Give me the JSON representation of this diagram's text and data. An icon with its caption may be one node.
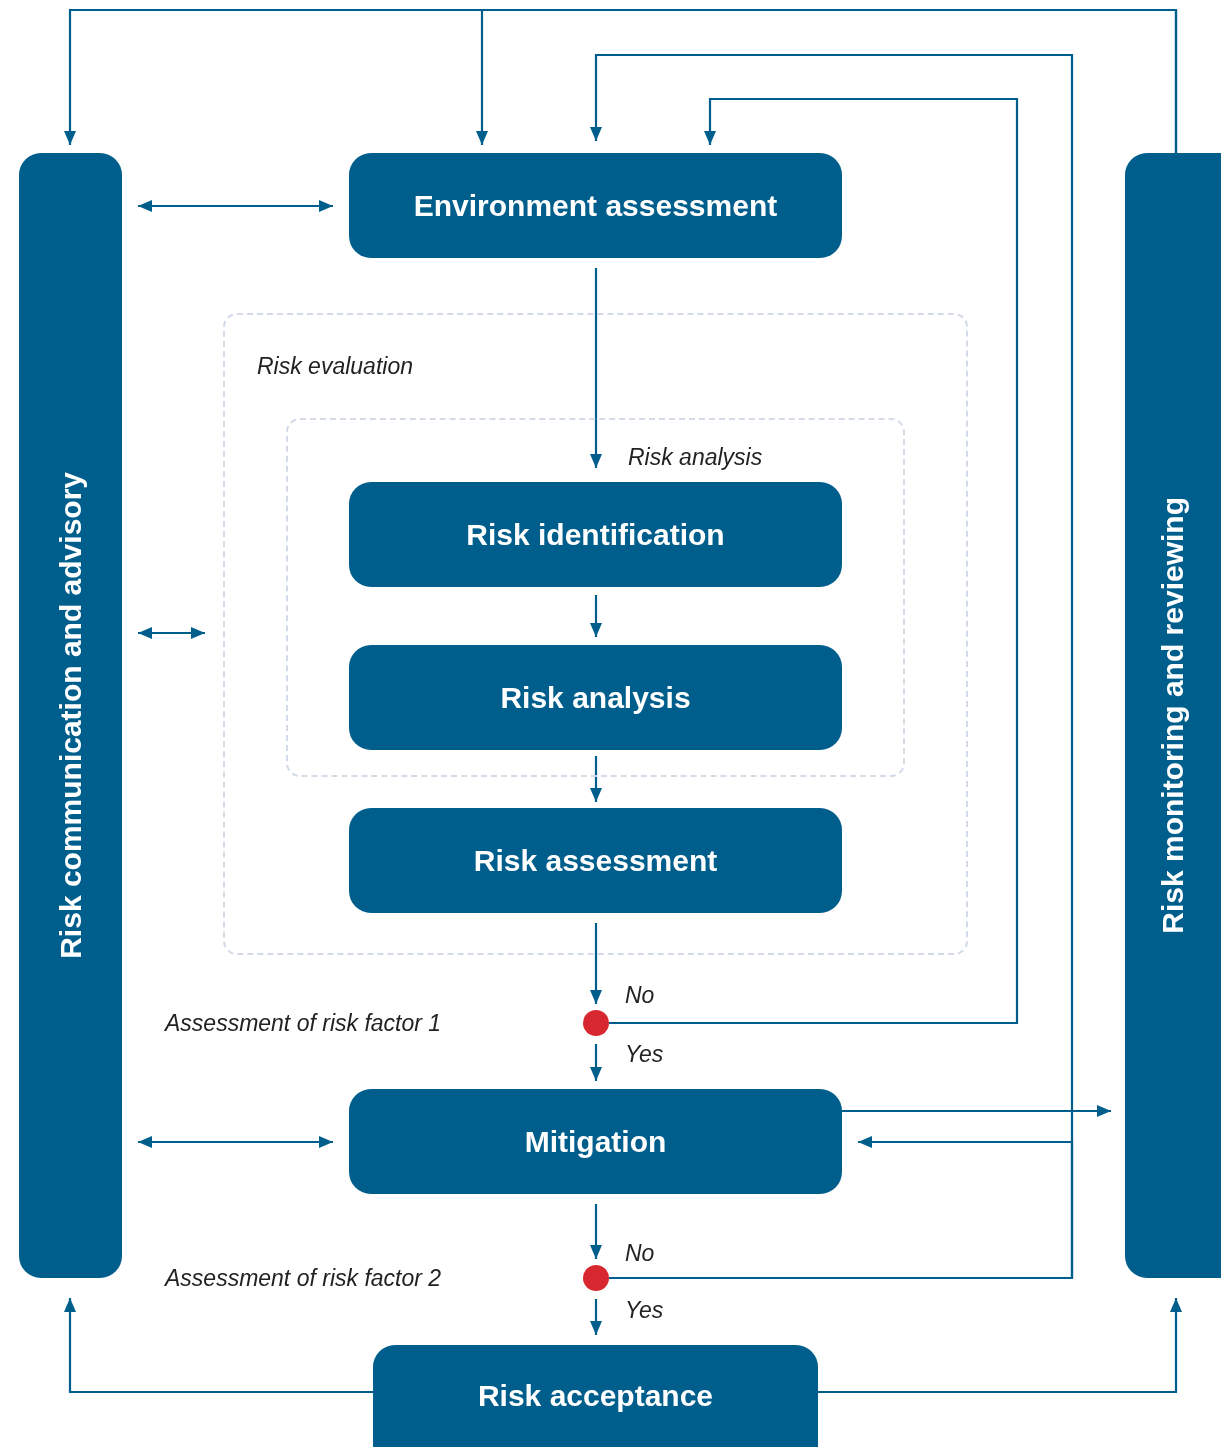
{
  "diagram": {
    "nodes": [
      {
        "text": [
          "Risk communication and advisory"
        ]
      },
      {
        "text": [
          "Environment assessment"
        ]
      },
      {
        "text": [
          "Risk evaluation"
        ]
      },
      {
        "text": [
          "Risk analysis"
        ],
        "in": 2
      },
      {
        "text": [
          "Risk identification"
        ],
        "in": 3
      },
      {
        "text": [
          "Risk analysis"
        ],
        "in": 3
      },
      {
        "text": [
          "Risk assessment"
        ],
        "in": 2
      },
      {
        "text": [],
        "shape": "circle"
      },
      {
        "text": [
          "Mitigation"
        ]
      },
      {
        "text": [],
        "shape": "circle"
      },
      {
        "text": [
          "Risk acceptance"
        ]
      },
      {
        "text": [
          "Risk monitoring and reviewing"
        ]
      }
    ],
    "edges": [
      {
        "from": 11,
        "to": 0,
        "arrow": "to"
      },
      {
        "from": 11,
        "to": 1,
        "arrow": "to"
      },
      {
        "from": 0,
        "to": 1,
        "arrow": "both"
      },
      {
        "from": 0,
        "to": 2,
        "arrow": "both"
      },
      {
        "from": 1,
        "to": 4,
        "arrow": "to"
      },
      {
        "from": 4,
        "to": 5,
        "arrow": "to"
      },
      {
        "from": 5,
        "to": 6,
        "arrow": "to"
      },
      {
        "from": 6,
        "to": 7,
        "arrow": "to"
      },
      {
        "from": 7,
        "to": 1,
        "arrow": "to",
        "label": "No"
      },
      {
        "from": 7,
        "to": 8,
        "arrow": "to",
        "label": "Yes"
      },
      {
        "from": 0,
        "to": 8,
        "arrow": "both"
      },
      {
        "from": 8,
        "to": 11,
        "arrow": "to"
      },
      {
        "from": 9,
        "to": 1,
        "arrow": "to",
        "label": "No"
      },
      {
        "from": 9,
        "to": 8,
        "arrow": "to"
      },
      {
        "from": 8,
        "to": 9,
        "arrow": "to"
      },
      {
        "from": 9,
        "to": 10,
        "arrow": "to",
        "label": "Yes"
      },
      {
        "from": 10,
        "to": 0,
        "arrow": "to"
      },
      {
        "from": 10,
        "to": 11,
        "arrow": "to"
      }
    ],
    "labels": [
      "Assessment of risk factor 1",
      "Assessment of risk factor 2"
    ]
  }
}
